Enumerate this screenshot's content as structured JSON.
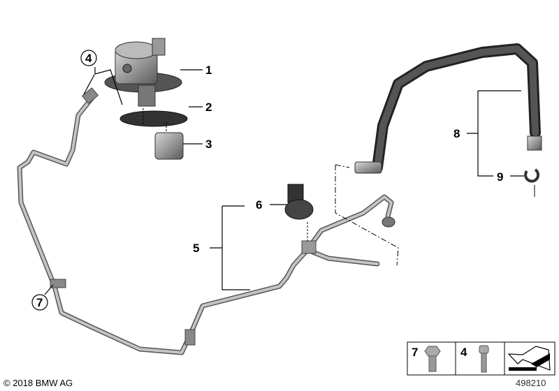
{
  "diagram": {
    "callouts": [
      {
        "id": "1",
        "text": "1",
        "style": "plain"
      },
      {
        "id": "2",
        "text": "2",
        "style": "plain"
      },
      {
        "id": "3",
        "text": "3",
        "style": "plain"
      },
      {
        "id": "4",
        "text": "4",
        "style": "circled"
      },
      {
        "id": "5",
        "text": "5",
        "style": "plain"
      },
      {
        "id": "6",
        "text": "6",
        "style": "plain"
      },
      {
        "id": "7",
        "text": "7",
        "style": "circled"
      },
      {
        "id": "8",
        "text": "8",
        "style": "plain"
      },
      {
        "id": "9",
        "text": "9",
        "style": "plain"
      }
    ],
    "legend": {
      "items": [
        {
          "text": "7",
          "icon": "hex-flange-bolt-icon"
        },
        {
          "text": "4",
          "icon": "socket-head-bolt-icon"
        },
        {
          "text": "",
          "icon": "direction-arrow-icon"
        }
      ]
    },
    "copyright": "© 2018 BMW AG",
    "diagram_id": "498210"
  }
}
